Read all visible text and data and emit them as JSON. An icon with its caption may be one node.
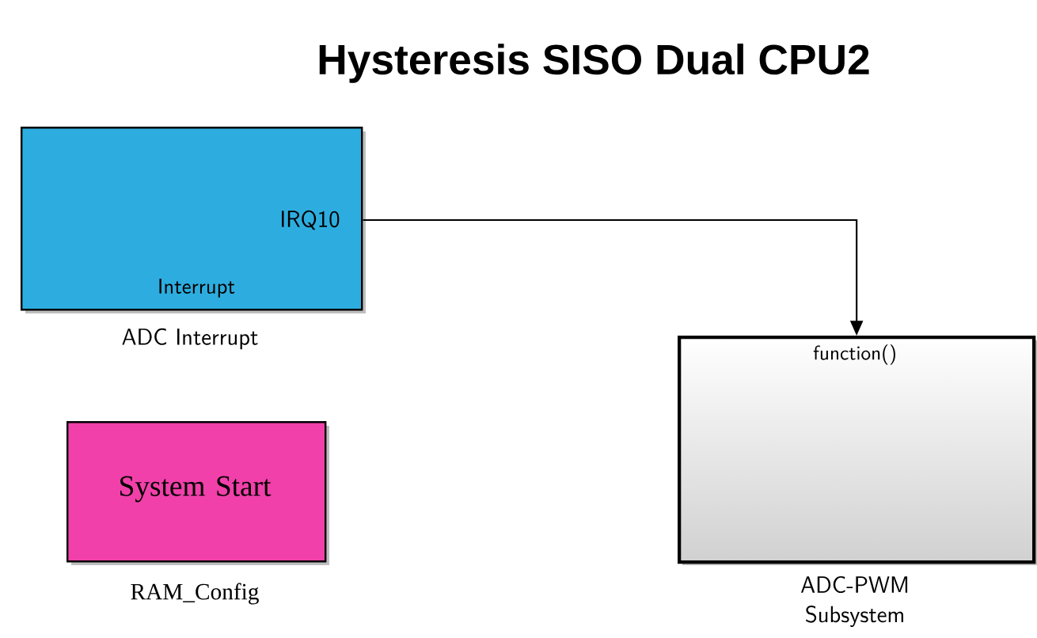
{
  "diagram": {
    "title": "Hysteresis SISO Dual CPU2",
    "nodes": [
      {
        "text": [
          "IRQ10",
          "Interrupt"
        ],
        "beside": [
          "ADC Interrupt"
        ]
      },
      {
        "text": [
          "function()"
        ],
        "beside": [
          "ADC-PWM Subsystem"
        ]
      },
      {
        "text": [
          "System Start"
        ],
        "beside": [
          "RAM_Config"
        ]
      }
    ],
    "edges": [
      {
        "from": 0,
        "to": 1,
        "arrow": "to"
      }
    ]
  }
}
